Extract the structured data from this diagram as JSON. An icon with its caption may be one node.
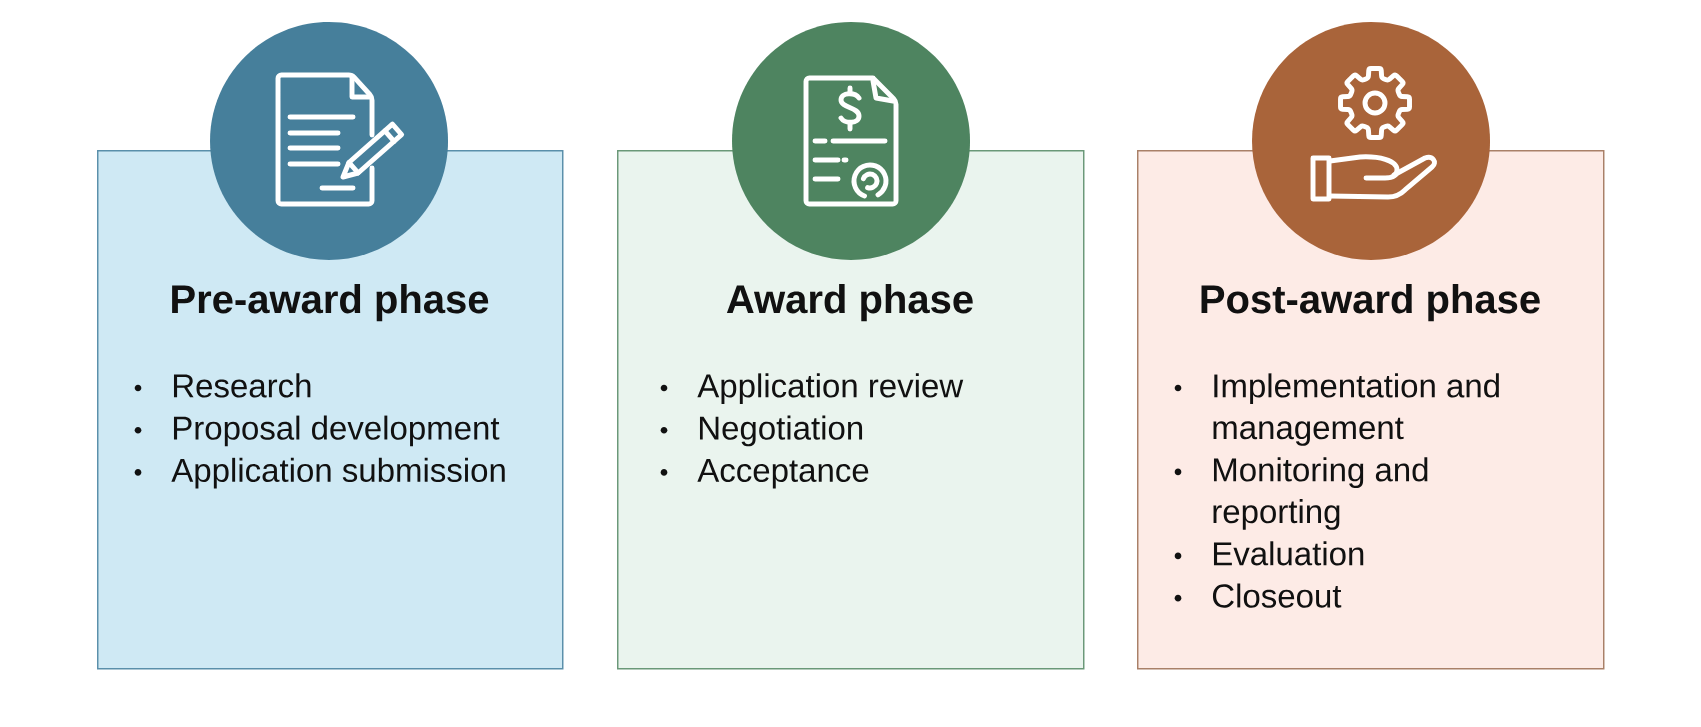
{
  "diagram": {
    "nodes": [
      {
        "text": [
          "Pre-award phase",
          "Research",
          "Proposal development",
          "Application submission"
        ]
      },
      {
        "text": [
          "Award phase",
          "Application review",
          "Negotiation",
          "Acceptance"
        ]
      },
      {
        "text": [
          "Post-award phase",
          "Implementation and management",
          "Monitoring and reporting",
          "Evaluation",
          "Closeout"
        ]
      }
    ]
  }
}
